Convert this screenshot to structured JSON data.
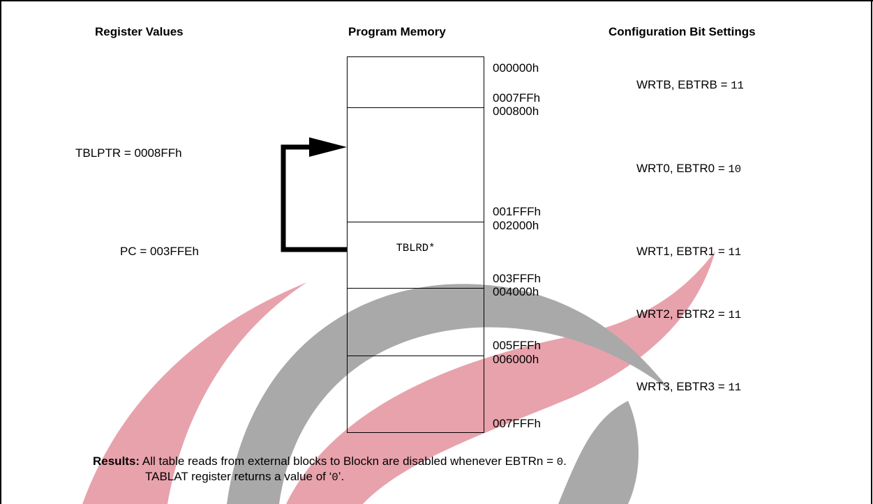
{
  "headers": {
    "register_values": "Register Values",
    "program_memory": "Program Memory",
    "config_bits": "Configuration Bit Settings"
  },
  "registers": {
    "tblptr": "TBLPTR = 0008FFh",
    "pc": "PC = 003FFEh"
  },
  "memory_blocks": [
    {
      "start": "000000h",
      "end": "0007FFh",
      "instruction": ""
    },
    {
      "start": "000800h",
      "end": "001FFFh",
      "instruction": ""
    },
    {
      "start": "002000h",
      "end": "003FFFh",
      "instruction": "TBLRD*"
    },
    {
      "start": "004000h",
      "end": "005FFFh",
      "instruction": ""
    },
    {
      "start": "006000h",
      "end": "007FFFh",
      "instruction": ""
    }
  ],
  "config_settings": [
    {
      "label": "WRTB, EBTRB = ",
      "value": "11"
    },
    {
      "label": "WRT0, EBTR0 = ",
      "value": "10"
    },
    {
      "label": "WRT1, EBTR1 = ",
      "value": "11"
    },
    {
      "label": "WRT2, EBTR2 = ",
      "value": "11"
    },
    {
      "label": "WRT3, EBTR3 = ",
      "value": "11"
    }
  ],
  "results": {
    "label": "Results:",
    "line1_text": " All table reads from external blocks to Blockn are disabled whenever EBTRn = ",
    "line1_code": "0",
    "line1_end": ".",
    "line2_text": "TABLAT register returns a value of ‘",
    "line2_code": "0",
    "line2_end": "’."
  },
  "colors": {
    "watermark_pink": "#e8a2ac",
    "watermark_gray": "#a9a9a9",
    "border": "#000000"
  }
}
